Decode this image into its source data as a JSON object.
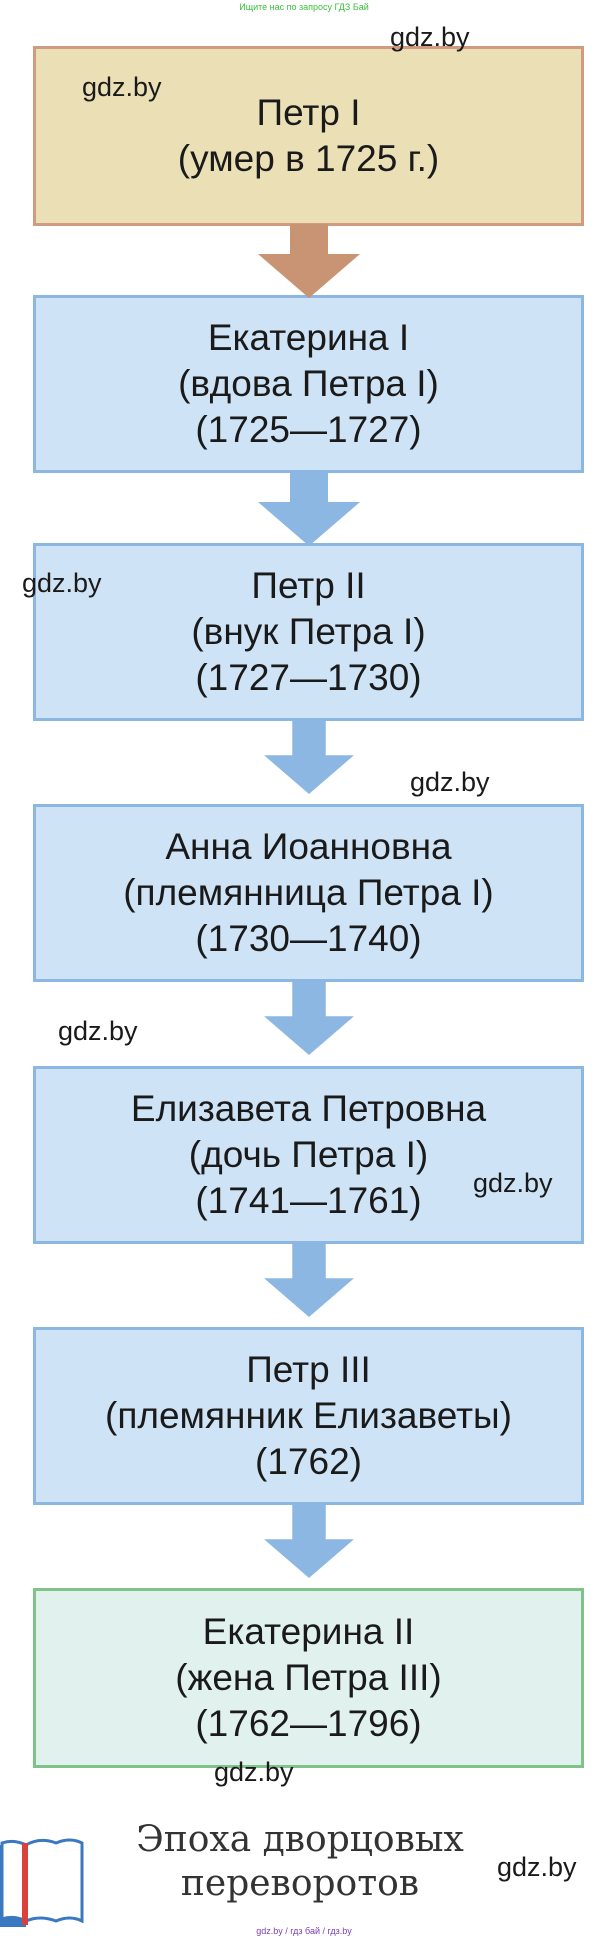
{
  "header_note": "Ищите нас по запросу ГДЗ Бай",
  "watermark": "gdz.by",
  "colors": {
    "box_fill": "#cfe3f6",
    "box_border": "#8cb7e3",
    "first_fill": "#ebdfb6",
    "first_border": "#d19a82",
    "last_fill": "#e0f1ee",
    "last_border": "#7fc28a",
    "arrow_blue": "#8cb7e3",
    "arrow_brown": "#c99474"
  },
  "boxes": [
    {
      "lines": [
        "Петр I",
        "(умер в 1725 г.)"
      ]
    },
    {
      "lines": [
        "Екатерина I",
        "(вдова Петра I)",
        "(1725—1727)"
      ]
    },
    {
      "lines": [
        "Петр II",
        "(внук Петра I)",
        "(1727—1730)"
      ]
    },
    {
      "lines": [
        "Анна Иоанновна",
        "(племянница Петра I)",
        "(1730—1740)"
      ]
    },
    {
      "lines": [
        "Елизавета Петровна",
        "(дочь Петра I)",
        "(1741—1761)"
      ]
    },
    {
      "lines": [
        "Петр III",
        "(племянник Елизаветы)",
        "(1762)"
      ]
    },
    {
      "lines": [
        "Екатерина II",
        "(жена Петра III)",
        "(1762—1796)"
      ]
    }
  ],
  "footer": {
    "title_line1": "Эпоха дворцовых",
    "title_line2": "переворотов"
  },
  "bottom_note": "gdz.by / гдз бай / гдз.by"
}
